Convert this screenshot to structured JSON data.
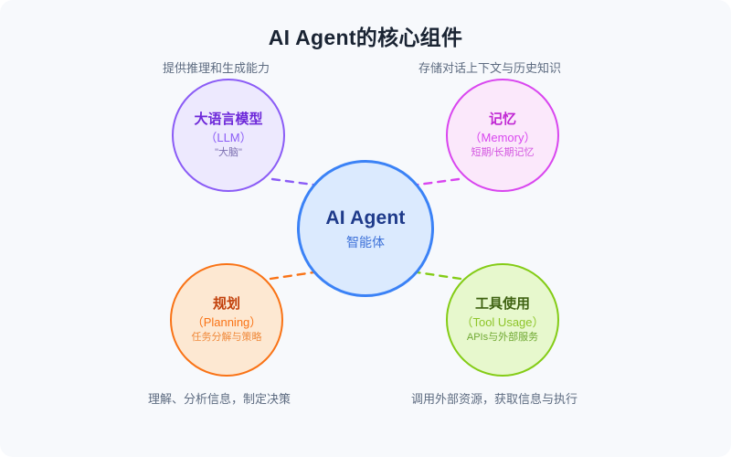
{
  "page": {
    "title": "AI Agent的核心组件",
    "background_color": "#f7f9fc",
    "title_color": "#1a2433"
  },
  "diagram": {
    "type": "hub-and-spoke",
    "center": {
      "id": "ai-agent",
      "title": "AI Agent",
      "subtitle": "智能体",
      "fill_color": "#dbeafe",
      "border_color": "#3b82f6",
      "title_color": "#1e3a8a"
    },
    "nodes": [
      {
        "id": "llm",
        "title": "大语言模型",
        "subtitle": "（LLM）",
        "note": "\"大脑\"",
        "caption": "提供推理和生成能力",
        "fill_color": "#ede9fe",
        "border_color": "#8b5cf6",
        "title_color": "#6d28d9",
        "position": "top-left"
      },
      {
        "id": "memory",
        "title": "记忆",
        "subtitle": "（Memory）",
        "note": "短期/长期记忆",
        "caption": "存储对话上下文与历史知识",
        "fill_color": "#fbe8fb",
        "border_color": "#d946ef",
        "title_color": "#c026d3",
        "position": "top-right"
      },
      {
        "id": "planning",
        "title": "规划",
        "subtitle": "（Planning）",
        "note": "任务分解与策略",
        "caption": "理解、分析信息，制定决策",
        "fill_color": "#fde8d2",
        "border_color": "#f97316",
        "title_color": "#c2410c",
        "position": "bottom-left"
      },
      {
        "id": "tool",
        "title": "工具使用",
        "subtitle": "（Tool Usage）",
        "note": "APIs与外部服务",
        "caption": "调用外部资源，获取信息与执行",
        "fill_color": "#e7f8cd",
        "border_color": "#84cc16",
        "title_color": "#3f6212",
        "position": "bottom-right"
      }
    ],
    "connectors": [
      {
        "id": "llm-to-center",
        "color": "#8b5cf6",
        "style": "dashed"
      },
      {
        "id": "memory-to-center",
        "color": "#d946ef",
        "style": "dashed"
      },
      {
        "id": "planning-to-center",
        "color": "#f97316",
        "style": "dashed"
      },
      {
        "id": "tool-to-center",
        "color": "#84cc16",
        "style": "dashed"
      }
    ]
  }
}
